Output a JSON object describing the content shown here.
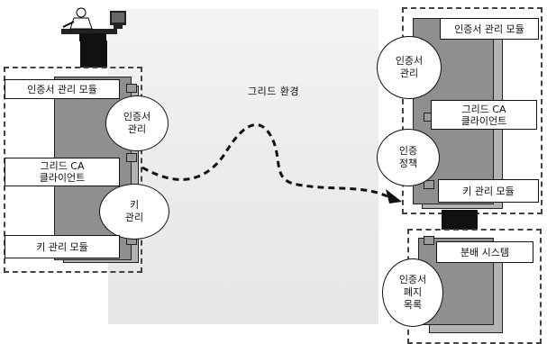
{
  "env_label": "그리드 환경",
  "left_stack": {
    "cert_module": "인증서 관리 모듈",
    "cert_mgmt_oval": "인증서\n관리",
    "grid_ca_client": "그리드 CA\n클라이언트",
    "key_mgmt_oval": "키\n관리",
    "key_module": "키 관리 모듈"
  },
  "right_top_stack": {
    "cert_module": "인증서 관리 모듈",
    "cert_mgmt_oval": "인증서\n관리",
    "grid_ca_client": "그리드 CA\n클라이언트",
    "auth_policy_oval": "인증\n정책",
    "key_module": "키 관리 모듈"
  },
  "right_bottom_stack": {
    "distribution_system": "분배 시스템",
    "revocation_list_oval": "인증서\n폐지\n목록"
  }
}
